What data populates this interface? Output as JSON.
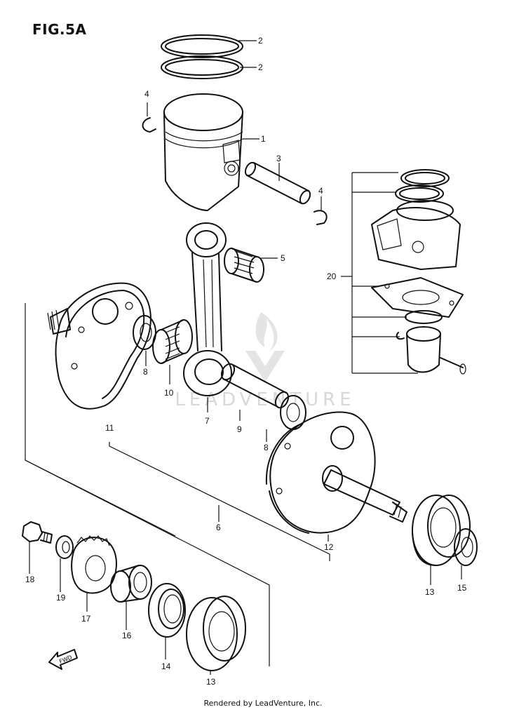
{
  "figure": {
    "title": "FIG.5A",
    "watermark": "LEADVENTURE",
    "footer": "Rendered by LeadVenture, Inc.",
    "fwd_label": "FWD"
  },
  "callouts": {
    "c1": "1",
    "c2a": "2",
    "c2b": "2",
    "c3": "3",
    "c4a": "4",
    "c4b": "4",
    "c5": "5",
    "c6": "6",
    "c7": "7",
    "c8a": "8",
    "c8b": "8",
    "c9": "9",
    "c10": "10",
    "c11": "11",
    "c12": "12",
    "c13a": "13",
    "c13b": "13",
    "c14": "14",
    "c15": "15",
    "c16": "16",
    "c17": "17",
    "c18": "18",
    "c19": "19",
    "c20": "20"
  },
  "colors": {
    "ink": "#111111",
    "watermark": "#d8d8d8",
    "background": "#ffffff"
  }
}
